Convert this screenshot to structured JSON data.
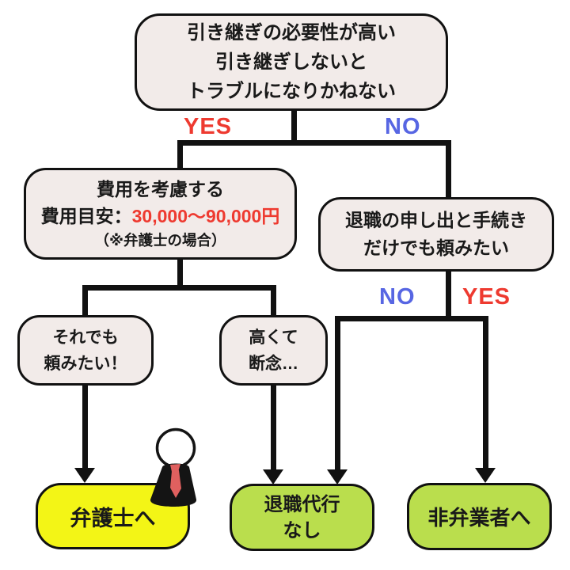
{
  "diagram": {
    "type": "flowchart",
    "language": "ja",
    "background": "#ffffff"
  },
  "palette": {
    "node_fill": "#f2ebe9",
    "node_border": "#111111",
    "connector": "#111111",
    "yes_red": "#ee3a30",
    "no_blue": "#5766e3",
    "price_red": "#ee3a30",
    "lawyer_yellow": "#f3f516",
    "agency_green": "#bade4d",
    "text": "#191919",
    "tie_red": "#e0605f"
  },
  "nodes": {
    "root": {
      "lines": [
        "引き継ぎの必要性が高い",
        "引き継ぎしないと",
        "トラブルになりかねない"
      ]
    },
    "cost": {
      "line1": "費用を考慮する",
      "line2_label": "費用目安：",
      "line2_value": "30,000〜90,000円",
      "line3": "（※弁護士の場合）"
    },
    "request": {
      "lines": [
        "退職の申し出と手続き",
        "だけでも頼みたい"
      ]
    },
    "still_want": {
      "lines": [
        "それでも",
        "頼みたい！"
      ]
    },
    "too_expensive": {
      "lines": [
        "高くて",
        "断念…"
      ]
    },
    "lawyer": {
      "label": "弁護士へ"
    },
    "no_agency": {
      "lines": [
        "退職代行",
        "なし"
      ]
    },
    "non_lawyer": {
      "label": "非弁業者へ"
    }
  },
  "branch_labels": {
    "yes1": "YES",
    "no1": "NO",
    "no2": "NO",
    "yes2": "YES"
  },
  "edges": [
    {
      "from": "root",
      "label": "YES",
      "to": "cost"
    },
    {
      "from": "root",
      "label": "NO",
      "to": "request"
    },
    {
      "from": "cost",
      "label": "",
      "to": "still_want"
    },
    {
      "from": "cost",
      "label": "",
      "to": "too_expensive"
    },
    {
      "from": "still_want",
      "label": "",
      "to": "lawyer"
    },
    {
      "from": "too_expensive",
      "label": "",
      "to": "no_agency"
    },
    {
      "from": "request",
      "label": "NO",
      "to": "no_agency"
    },
    {
      "from": "request",
      "label": "YES",
      "to": "non_lawyer"
    }
  ],
  "icons": {
    "person": "businessman-icon"
  }
}
